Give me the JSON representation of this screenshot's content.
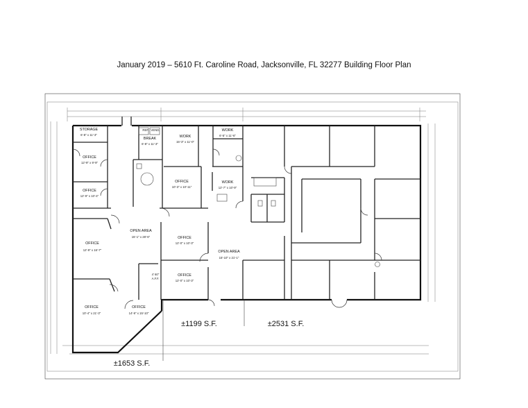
{
  "title": "January 2019 – 5610 Ft. Caroline Road, Jacksonville, FL  32277 Building Floor Plan",
  "rooms": [
    {
      "name": "STORAGE",
      "dims": "6'-8\" x 11'-3\""
    },
    {
      "name": "BREAK",
      "dims": "6'-8\" x 11'-3\""
    },
    {
      "name": "WORK",
      "dims": "15'-3\" x 11'-0\""
    },
    {
      "name": "WORK",
      "dims": "6'-5\" x 11'-6\""
    },
    {
      "name": "OFFICE",
      "dims": "12'-9\" x 9'-9\""
    },
    {
      "name": "OFFICE",
      "dims": "12'-9\" x 10'-4\""
    },
    {
      "name": "OFFICE",
      "dims": "10'-3\" x 10'-11\""
    },
    {
      "name": "WORK",
      "dims": "12'-7\" x 10'-9\""
    },
    {
      "name": "OPEN AREA",
      "dims": "15'-1\" x 28'-6\""
    },
    {
      "name": "OFFICE",
      "dims": "12'-9\" x 16'-7\""
    },
    {
      "name": "OFFICE",
      "dims": "12'-0\" x 10'-3\""
    },
    {
      "name": "OFFICE",
      "dims": "12'-0\" x 10'-3\""
    },
    {
      "name": "OPEN AREA",
      "dims": "15'-10\" x 21'-1\""
    },
    {
      "name": "OFFICE",
      "dims": "10'-4\" x 21'-3\""
    },
    {
      "name": "OFFICE",
      "dims": "14'-9\" x 15'-10\""
    }
  ],
  "fixtures": {
    "ref": "REF.",
    "vend": "VEND.",
    "rail": "4' 60\"",
    "rail_sub": "A.F.F."
  },
  "areas": {
    "left": "±1653 S.F.",
    "middle": "±1199 S.F.",
    "right": "±2531 S.F."
  }
}
